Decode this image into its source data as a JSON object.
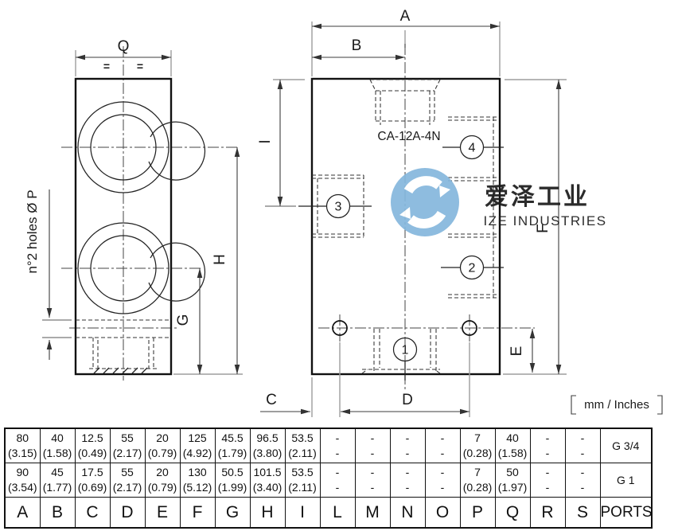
{
  "drawing": {
    "part_number": "CA-12A-4N",
    "units_note": "mm / Inches",
    "labels": {
      "a": "A",
      "b": "B",
      "c": "C",
      "d": "D",
      "e": "E",
      "f": "F",
      "g": "G",
      "h": "H",
      "i": "I",
      "q": "Q",
      "eq1": "=",
      "eq2": "=",
      "holes_note": "n°2 holes Ø P",
      "balloon1": "1",
      "balloon2": "2",
      "balloon3": "3",
      "balloon4": "4"
    },
    "watermark": {
      "cn": "爱泽工业",
      "en": "IZE INDUSTRIES"
    },
    "colors": {
      "outline": "#111111",
      "dimension": "#3d3d3d",
      "extension": "#9d9d9d",
      "logo_blue": "#85b7dd",
      "logo_cn": "#8d9cab",
      "logo_en": "#b3bac2"
    }
  },
  "table": {
    "columns": [
      "A",
      "B",
      "C",
      "D",
      "E",
      "F",
      "G",
      "H",
      "I",
      "L",
      "M",
      "N",
      "O",
      "P",
      "Q",
      "R",
      "S",
      "PORTS"
    ],
    "rows": [
      {
        "mm": [
          "80",
          "40",
          "12.5",
          "55",
          "20",
          "125",
          "45.5",
          "96.5",
          "53.5",
          "-",
          "-",
          "-",
          "-",
          "7",
          "40",
          "-",
          "-"
        ],
        "inches": [
          "(3.15)",
          "(1.58)",
          "(0.49)",
          "(2.17)",
          "(0.79)",
          "(4.92)",
          "(1.79)",
          "(3.80)",
          "(2.11)",
          "-",
          "-",
          "-",
          "-",
          "(0.28)",
          "(1.58)",
          "-",
          "-"
        ],
        "ports": "G 3/4"
      },
      {
        "mm": [
          "90",
          "45",
          "17.5",
          "55",
          "20",
          "130",
          "50.5",
          "101.5",
          "53.5",
          "-",
          "-",
          "-",
          "-",
          "7",
          "50",
          "-",
          "-"
        ],
        "inches": [
          "(3.54)",
          "(1.77)",
          "(0.69)",
          "(2.17)",
          "(0.79)",
          "(5.12)",
          "(1.99)",
          "(3.40)",
          "(2.11)",
          "-",
          "-",
          "-",
          "-",
          "(0.28)",
          "(1.97)",
          "-",
          "-"
        ],
        "ports": "G 1"
      }
    ]
  }
}
